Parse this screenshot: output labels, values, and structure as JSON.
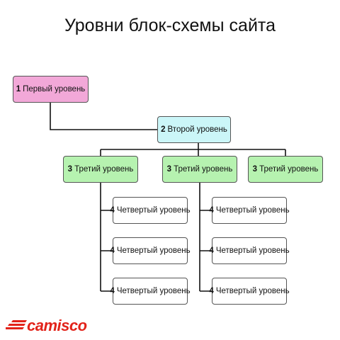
{
  "title": "Уровни блок-схемы сайта",
  "colors": {
    "level1": "#f2a8d8",
    "level2": "#cbf6f8",
    "level3": "#b6f2b0",
    "level4": "#ffffff",
    "brand": "#e2231a"
  },
  "level1": {
    "num": "1",
    "label": "Первый уровень"
  },
  "level2": {
    "num": "2",
    "label": "Второй уровень"
  },
  "level3": [
    {
      "num": "3",
      "label": "Третий уровень"
    },
    {
      "num": "3",
      "label": "Третий уровень"
    },
    {
      "num": "3",
      "label": "Третий уровень"
    }
  ],
  "level4": [
    {
      "num": "4",
      "label": "Четвертый уровень"
    },
    {
      "num": "4",
      "label": "Четвертый уровень"
    },
    {
      "num": "4",
      "label": "Четвертый уровень"
    },
    {
      "num": "4",
      "label": "Четвертый уровень"
    },
    {
      "num": "4",
      "label": "Четвертый уровень"
    },
    {
      "num": "4",
      "label": "Четвертый уровень"
    }
  ],
  "logo": {
    "text": "camisco",
    "icon": "speed-lines-icon"
  }
}
